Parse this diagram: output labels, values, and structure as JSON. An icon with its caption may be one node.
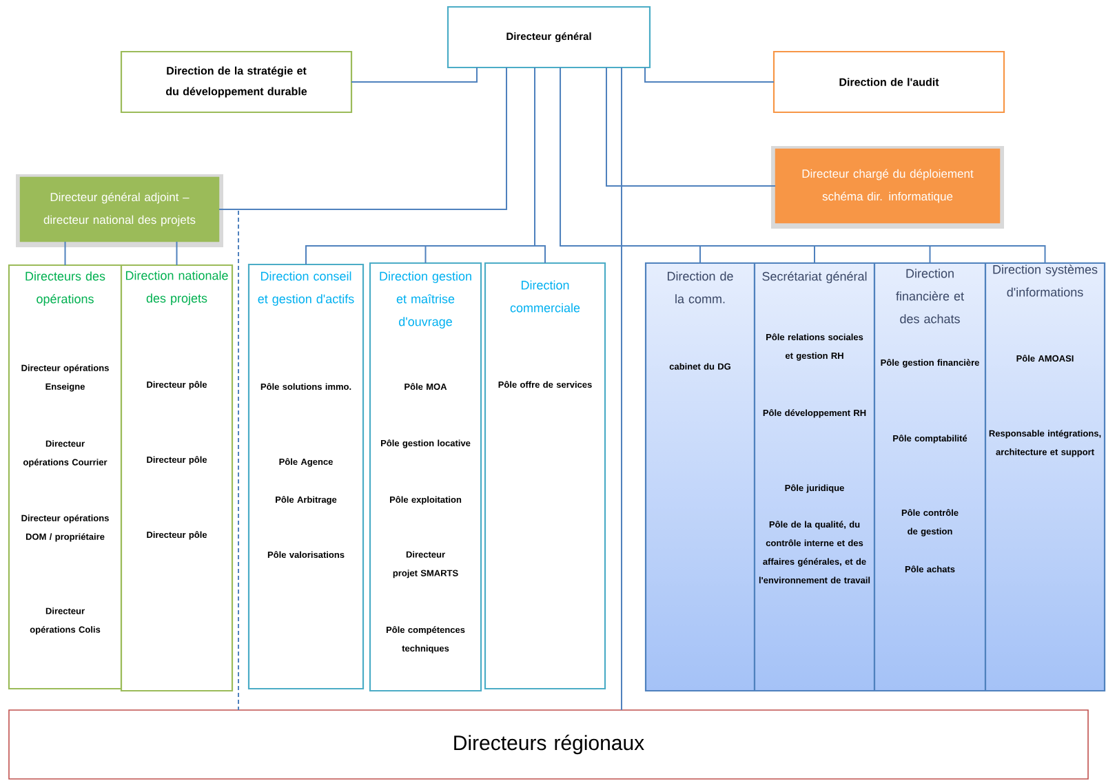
{
  "diagram": {
    "nodes": [
      {
        "text": [
          "Directeur général"
        ]
      },
      {
        "text": [
          "Direction de la stratégie et du développement durable"
        ]
      },
      {
        "text": [
          "Direction de l'audit"
        ]
      },
      {
        "text": [
          "Directeur chargé du déploiement schéma dir. informatique"
        ]
      },
      {
        "text": [
          "Directeur général adjoint – directeur national des projets"
        ]
      },
      {
        "text": [
          "Directeurs des opérations",
          "Directeur opérations Enseigne",
          "Directeur opérations Courrier",
          "Directeur opérations DOM / propriétaire",
          "Directeur opérations Colis"
        ]
      },
      {
        "text": [
          "Direction nationale des projets",
          "Directeur pôle",
          "Directeur pôle",
          "Directeur pôle"
        ]
      },
      {
        "text": [
          "Direction conseil et gestion d'actifs",
          "Pôle solutions immo.",
          "Pôle Agence",
          "Pôle Arbitrage",
          "Pôle valorisations"
        ]
      },
      {
        "text": [
          "Direction gestion et maîtrise d'ouvrage",
          "Pôle MOA",
          "Pôle gestion locative",
          "Pôle exploitation",
          "Directeur projet SMARTS",
          "Pôle compétences techniques"
        ]
      },
      {
        "text": [
          "Direction commerciale",
          "Pôle offre de services"
        ]
      },
      {
        "text": [
          "Direction de la comm.",
          "cabinet du DG"
        ]
      },
      {
        "text": [
          "Secrétariat général",
          "Pôle relations sociales et gestion RH",
          "Pôle développement RH",
          "Pôle juridique",
          "Pôle de la qualité, du contrôle interne et des affaires générales, et de l'environnement de travail"
        ]
      },
      {
        "text": [
          "Direction financière et des achats",
          "Pôle gestion financière",
          "Pôle comptabilité",
          "Pôle contrôle de gestion",
          "Pôle achats"
        ]
      },
      {
        "text": [
          "Direction systèmes d'informations",
          "Pôle AMOASI",
          "Responsable intégrations, architecture et support"
        ]
      },
      {
        "text": [
          "Directeurs régionaux"
        ]
      }
    ],
    "edges": [
      {
        "from": 0,
        "to": 1,
        "arrow": "none"
      },
      {
        "from": 0,
        "to": 2,
        "arrow": "none"
      },
      {
        "from": 0,
        "to": 3,
        "arrow": "none"
      },
      {
        "from": 0,
        "to": 4,
        "arrow": "none"
      },
      {
        "from": 4,
        "to": 5,
        "arrow": "none"
      },
      {
        "from": 4,
        "to": 6,
        "arrow": "none"
      },
      {
        "from": 0,
        "to": 7,
        "arrow": "none"
      },
      {
        "from": 0,
        "to": 8,
        "arrow": "none"
      },
      {
        "from": 0,
        "to": 9,
        "arrow": "none"
      },
      {
        "from": 0,
        "to": 10,
        "arrow": "none"
      },
      {
        "from": 0,
        "to": 11,
        "arrow": "none"
      },
      {
        "from": 0,
        "to": 12,
        "arrow": "none"
      },
      {
        "from": 0,
        "to": 13,
        "arrow": "none"
      },
      {
        "from": 0,
        "to": 14,
        "arrow": "none"
      },
      {
        "from": 4,
        "to": 14,
        "arrow": "none",
        "style": "dashed"
      }
    ]
  }
}
